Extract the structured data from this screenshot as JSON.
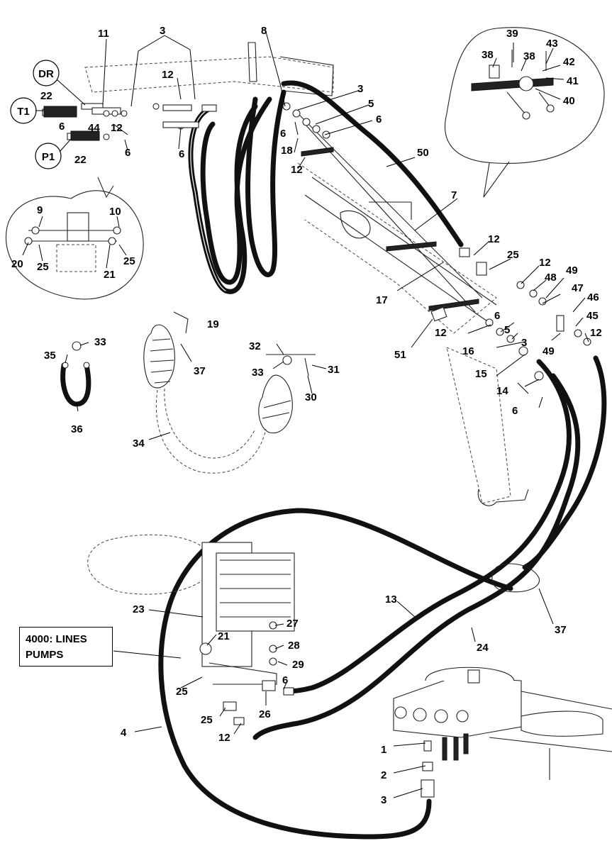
{
  "diagram": {
    "port_labels": [
      "DR",
      "T1",
      "P1"
    ],
    "note_text": "4000: LINES\nPUMPS",
    "callouts": {
      "c1": "1",
      "c2": "2",
      "c3a": "3",
      "c3b": "3",
      "c3c": "3",
      "c3d": "3",
      "c4": "4",
      "c5a": "5",
      "c5b": "5",
      "c6a": "6",
      "c6b": "6",
      "c6c": "6",
      "c6d": "6",
      "c6e": "6",
      "c6f": "6",
      "c6g": "6",
      "c6h": "6",
      "c7": "7",
      "c8": "8",
      "c9": "9",
      "c10": "10",
      "c11": "11",
      "c12a": "12",
      "c12b": "12",
      "c12c": "12",
      "c12d": "12",
      "c12e": "12",
      "c12f": "12",
      "c12g": "12",
      "c12h": "12",
      "c13": "13",
      "c14": "14",
      "c15": "15",
      "c16": "16",
      "c17": "17",
      "c18": "18",
      "c19": "19",
      "c20": "20",
      "c21a": "21",
      "c21b": "21",
      "c22a": "22",
      "c22b": "22",
      "c23": "23",
      "c24": "24",
      "c25a": "25",
      "c25b": "25",
      "c25c": "25",
      "c25d": "25",
      "c25e": "25",
      "c26": "26",
      "c27": "27",
      "c28": "28",
      "c29": "29",
      "c30": "30",
      "c31": "31",
      "c32": "32",
      "c33a": "33",
      "c33b": "33",
      "c34": "34",
      "c35": "35",
      "c36": "36",
      "c37a": "37",
      "c37b": "37",
      "c38a": "38",
      "c38b": "38",
      "c39": "39",
      "c40": "40",
      "c41": "41",
      "c42": "42",
      "c43": "43",
      "c44": "44",
      "c45": "45",
      "c46": "46",
      "c47": "47",
      "c48": "48",
      "c49a": "49",
      "c49b": "49",
      "c50": "50",
      "c51": "51"
    }
  }
}
